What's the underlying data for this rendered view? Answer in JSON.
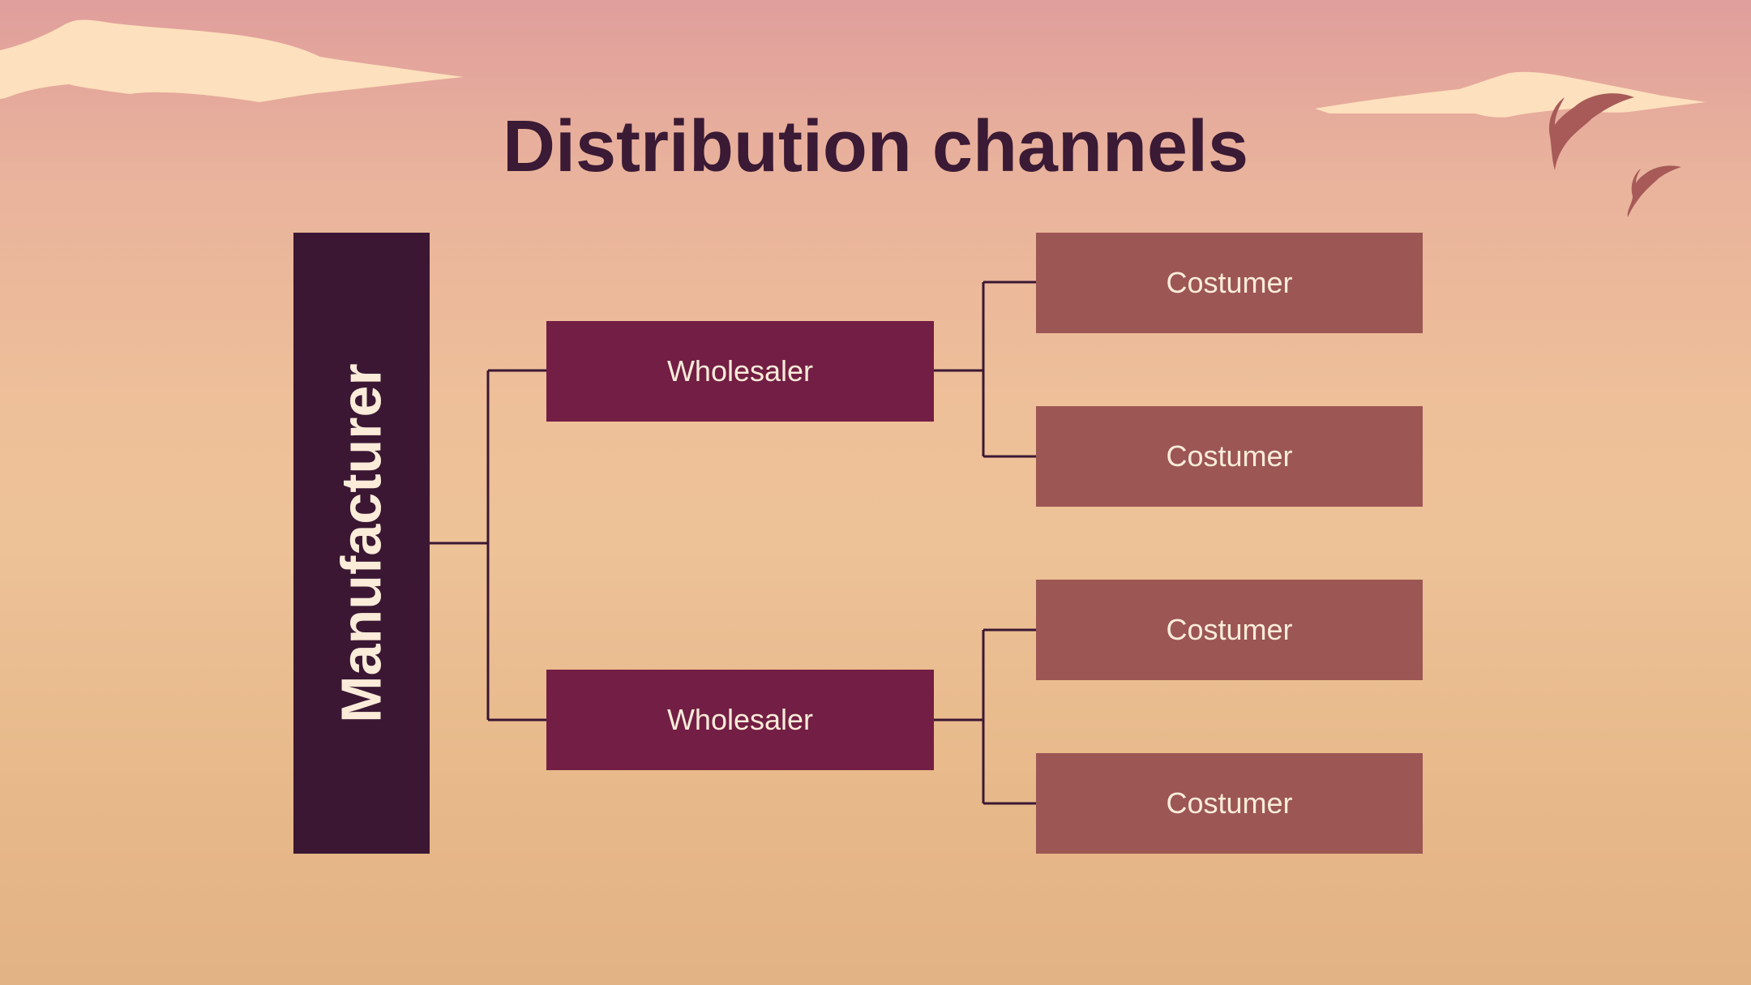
{
  "slide": {
    "title": "Distribution channels"
  },
  "diagram": {
    "root": {
      "label": "Manufacturer"
    },
    "wholesalers": [
      {
        "label": "Wholesaler",
        "customers": [
          {
            "label": "Costumer"
          },
          {
            "label": "Costumer"
          }
        ]
      },
      {
        "label": "Wholesaler",
        "customers": [
          {
            "label": "Costumer"
          },
          {
            "label": "Costumer"
          }
        ]
      }
    ]
  },
  "colors": {
    "title": "#3a1a34",
    "manufacturer_box": "#3b1733",
    "wholesaler_box": "#731e44",
    "costumer_box": "#9c5654",
    "box_text": "#fbecd9",
    "connector": "#3b1733",
    "cloud": "#fde0bd",
    "bird": "#a75a58"
  },
  "icons": [
    "cloud-decoration",
    "bird-icon"
  ]
}
